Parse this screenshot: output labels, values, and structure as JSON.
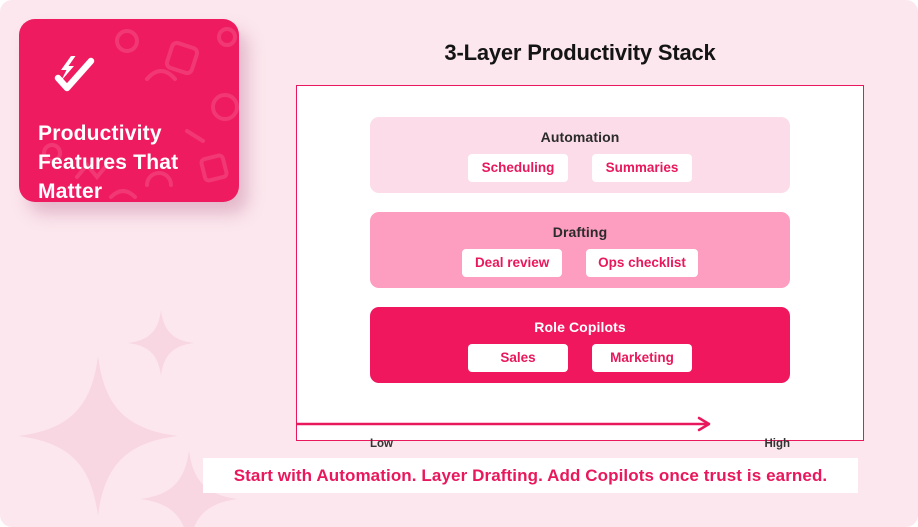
{
  "page": {
    "background": "#FCE7EE",
    "accent_pink": "#F0175F",
    "border_pink": "#E9185C",
    "sparkle_color": "#F8D7E2"
  },
  "badge_card": {
    "title": "Productivity Features That Matter",
    "icon": "check-bolt",
    "background": "#EF1B60",
    "text_color": "#FFFFFF"
  },
  "stack": {
    "title": "3-Layer Productivity Stack",
    "layers": [
      {
        "name": "Automation",
        "background": "#FBDCE8",
        "text_color": "#2B2B2B",
        "chips": [
          "Scheduling",
          "Summaries"
        ]
      },
      {
        "name": "Drafting",
        "background": "#FD9DC0",
        "text_color": "#2B2B2B",
        "chips": [
          "Deal review",
          "Ops checklist"
        ]
      },
      {
        "name": "Role Copilots",
        "background": "#F0175F",
        "text_color": "#FFFFFF",
        "chips": [
          "Sales",
          "Marketing"
        ]
      }
    ],
    "axis": {
      "left_label": "Low",
      "right_label": "High",
      "arrow_color": "#E9185C"
    }
  },
  "footer": {
    "text": "Start with Automation. Layer Drafting. Add Copilots once trust is earned.",
    "text_color": "#E9185C",
    "background": "#FFFFFF"
  }
}
